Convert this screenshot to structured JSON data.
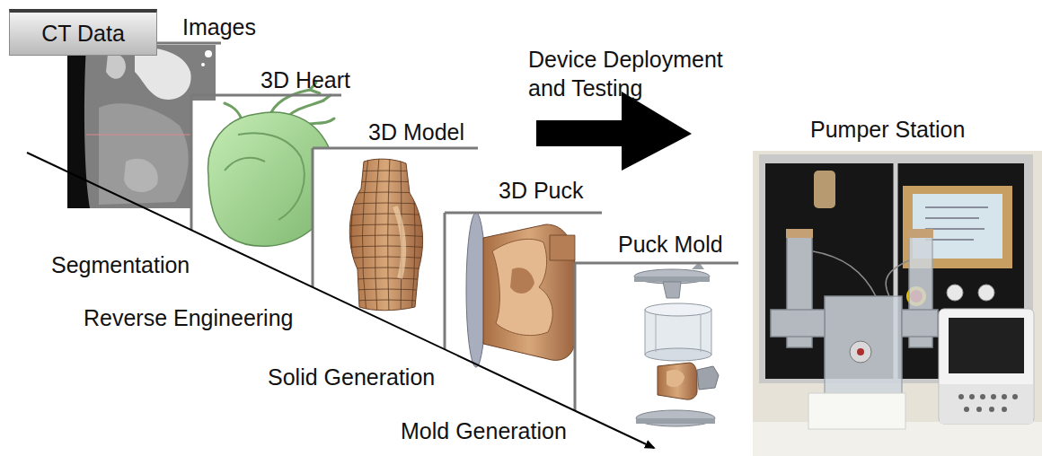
{
  "diagram": {
    "nodes": [
      {
        "text": [
          "CT Data"
        ]
      }
    ],
    "labels": [
      "Images",
      "3D Heart",
      "3D Model",
      "3D Puck",
      "Puck Mold",
      "Segmentation",
      "Reverse Engineering",
      "Solid Generation",
      "Mold Generation",
      "Device Deployment and Testing",
      "Pumper Station"
    ]
  }
}
